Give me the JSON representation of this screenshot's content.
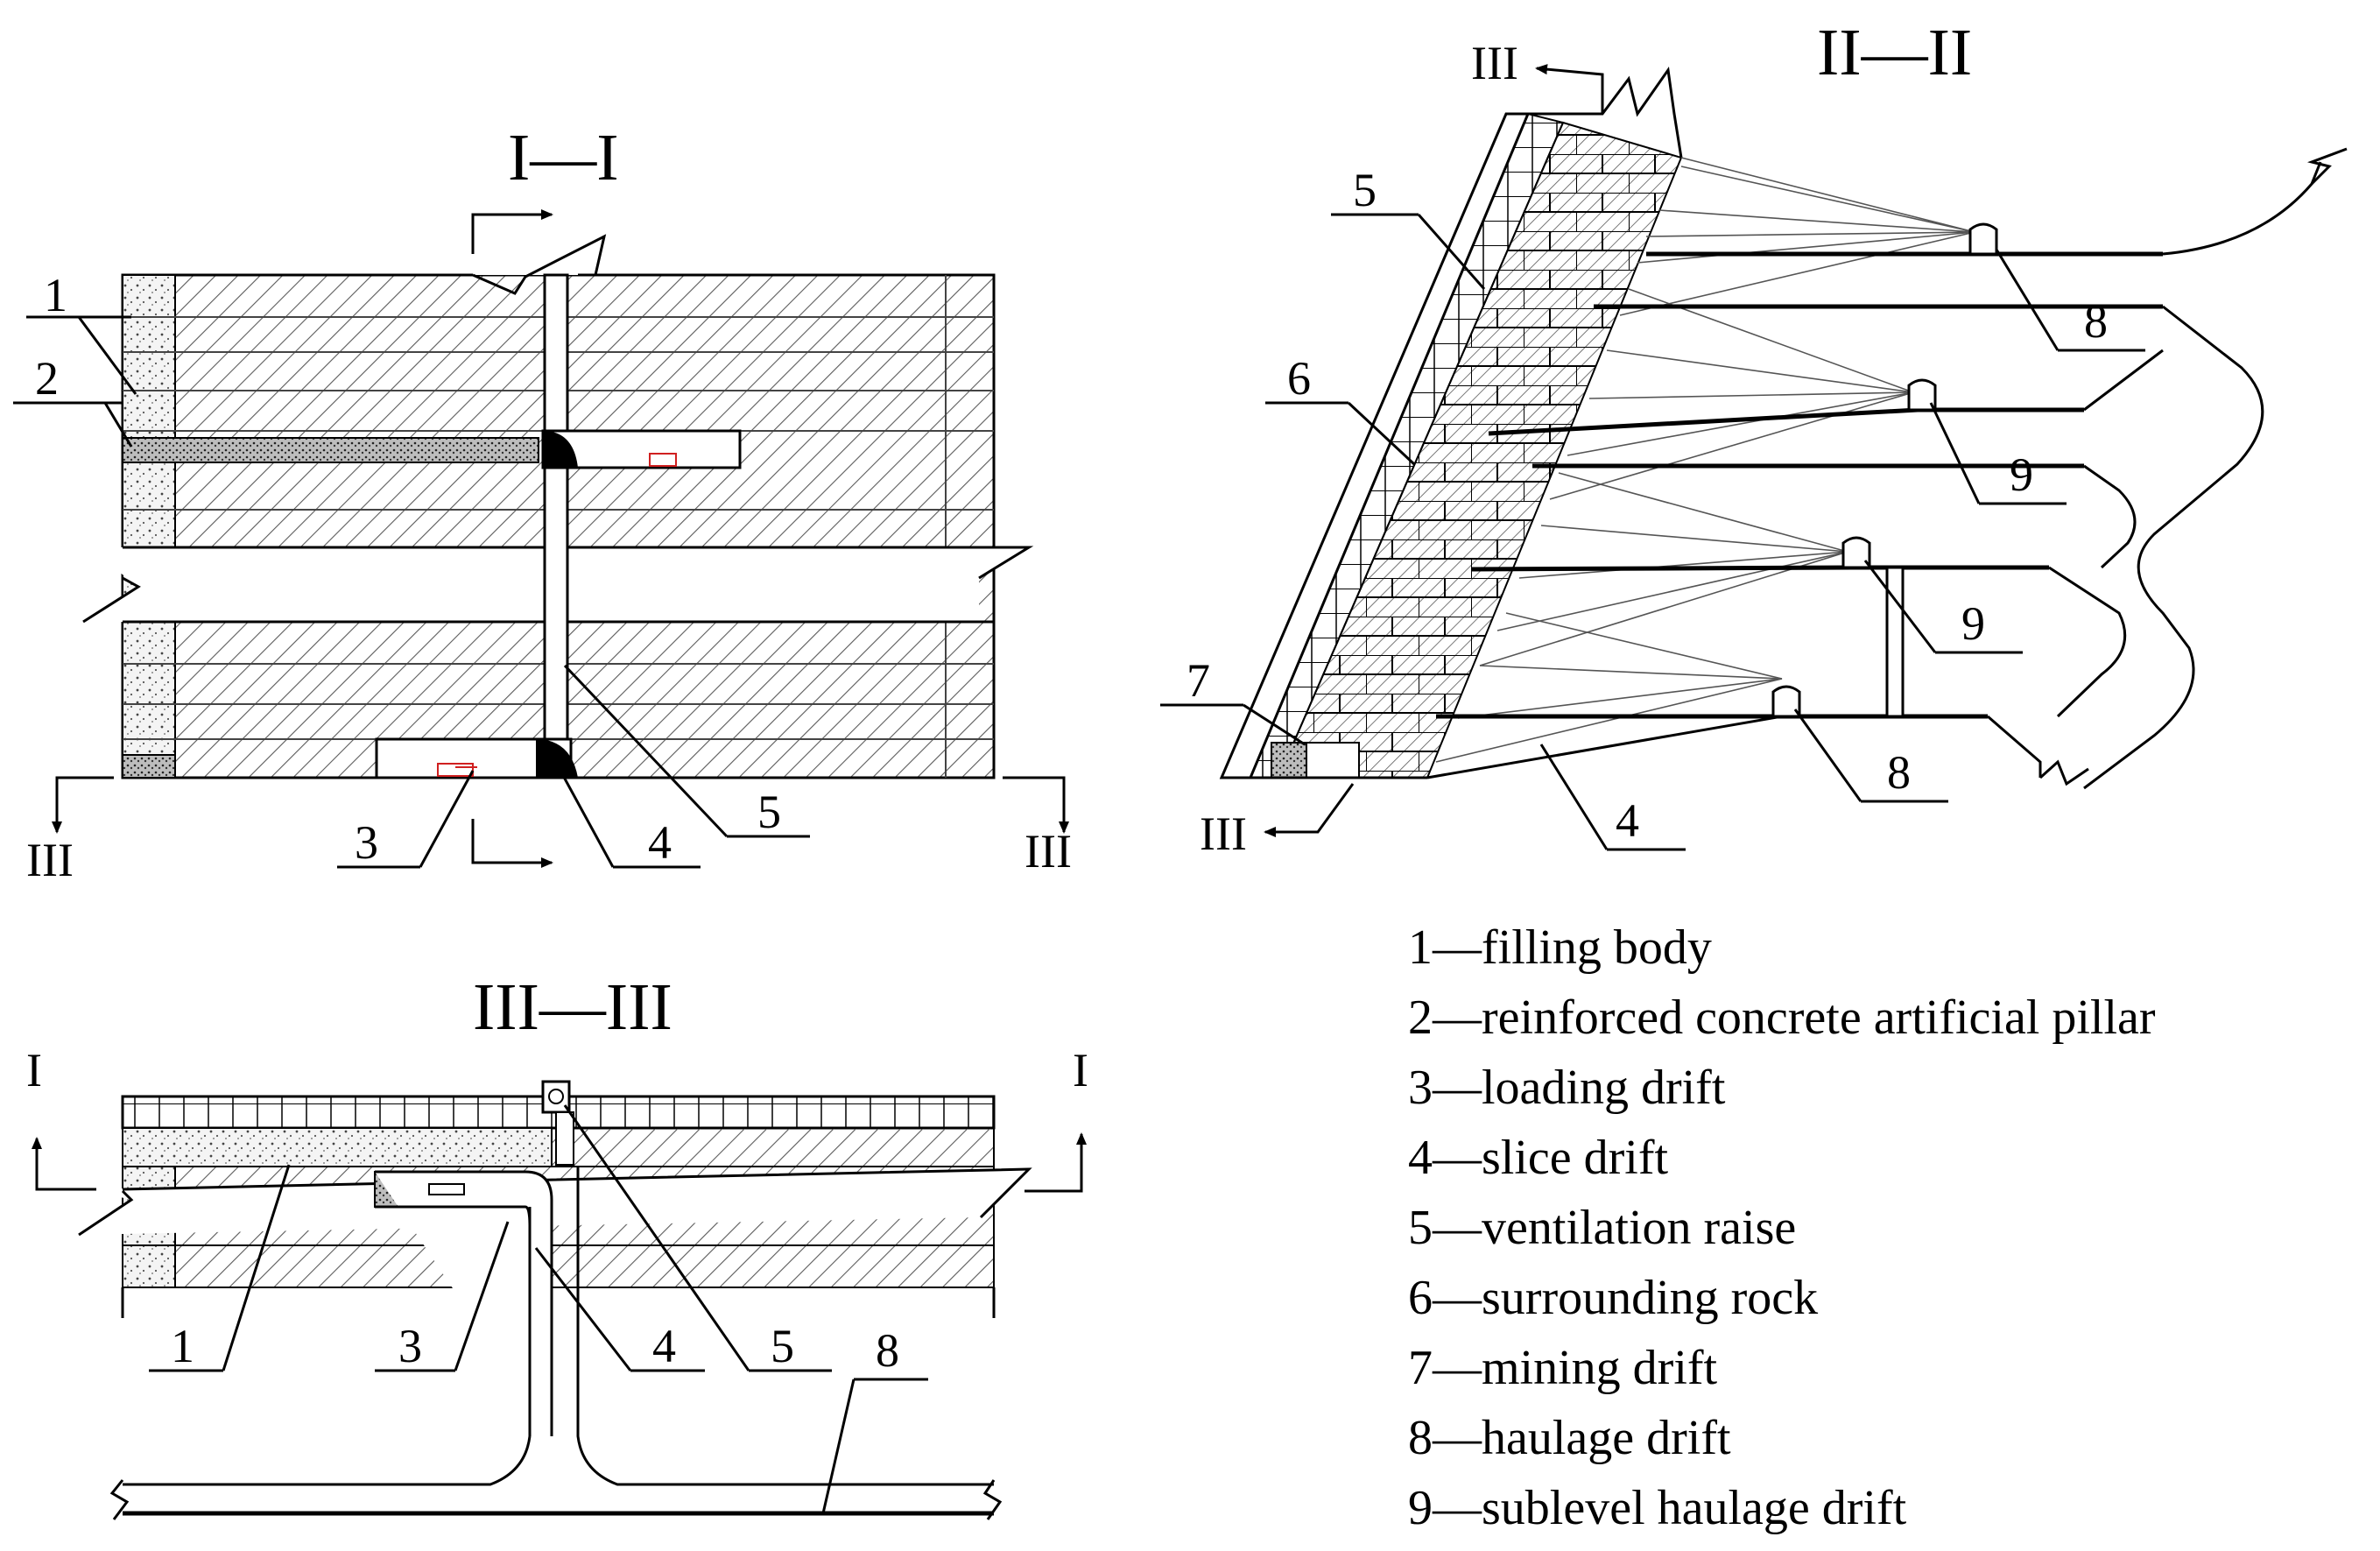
{
  "sections": {
    "section_1": {
      "title": "I—I",
      "left_mark": "III",
      "right_mark": "III"
    },
    "section_2": {
      "title": "II—II",
      "top_mark": "III",
      "bottom_mark": "III"
    },
    "section_3": {
      "title": "III—III",
      "left_mark": "I",
      "right_mark": "I"
    }
  },
  "callouts": {
    "s1": [
      "1",
      "2",
      "3",
      "4",
      "5"
    ],
    "s2": [
      "5",
      "6",
      "7",
      "8",
      "9",
      "9",
      "8",
      "4"
    ],
    "s3": [
      "1",
      "3",
      "4",
      "5",
      "8"
    ]
  },
  "legend": [
    "1—filling body",
    "2—reinforced concrete artificial pillar",
    "3—loading drift",
    "4—slice drift",
    "5—ventilation raise",
    "6—surrounding rock",
    "7—mining drift",
    "8—haulage drift",
    "9—sublevel haulage drift"
  ],
  "colors": {
    "line": "#000000",
    "hatch": "#5a5a5a",
    "fill_body": "#efefef",
    "arrow_red": "#d02020"
  }
}
